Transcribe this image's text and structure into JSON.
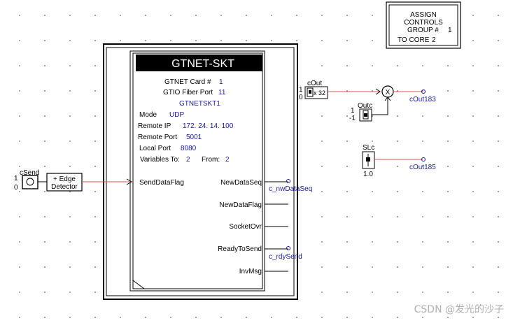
{
  "assign_box": {
    "line1": "ASSIGN",
    "line2": "CONTROLS",
    "line3": "GROUP #",
    "group_num": "1",
    "line4": "TO CORE",
    "core_num": "2"
  },
  "block": {
    "title": "GTNET-SKT",
    "card_label": "GTNET Card #",
    "card_value": "1",
    "fiber_label": "GTIO Fiber Port",
    "fiber_value": "11",
    "name": "GTNETSKT1",
    "mode_label": "Mode",
    "mode_value": "UDP",
    "rip_label": "Remote IP",
    "rip_value": "172. 24. 14. 100",
    "rport_label": "Remote Port",
    "rport_value": "5001",
    "lport_label": "Local Port",
    "lport_value": "8080",
    "vars_to_label": "Variables To:",
    "vars_to_value": "2",
    "from_label": "From:",
    "from_value": "2",
    "input_port": "SendDataFlag",
    "outputs": [
      "NewDataSeq",
      "NewDataFlag",
      "SocketOvr",
      "ReadyToSend",
      "InvMsg"
    ]
  },
  "signals": {
    "nwdataseq": "c_nwDataSeq",
    "rdysend": "c_rdySend"
  },
  "csend": {
    "label": "cSend",
    "hi": "1",
    "lo": "0"
  },
  "edge": {
    "line1": "+ Edge",
    "line2": "Detector"
  },
  "cout": {
    "label": "cOut",
    "hi": "1",
    "lo": "0",
    "gain": "x 32"
  },
  "outc": {
    "label": "Outc",
    "hi": "1",
    "lo": "-1"
  },
  "mult": {
    "symbol": "X"
  },
  "cout183": "cOut183",
  "slc": {
    "label": "SLc",
    "value": "1.0"
  },
  "cout185": "cOut185",
  "watermark": "CSDN @发光的沙子",
  "colors": {
    "wire_red": "#d9534f",
    "label_blue": "#1a1aa0",
    "title_bg": "#000000"
  }
}
